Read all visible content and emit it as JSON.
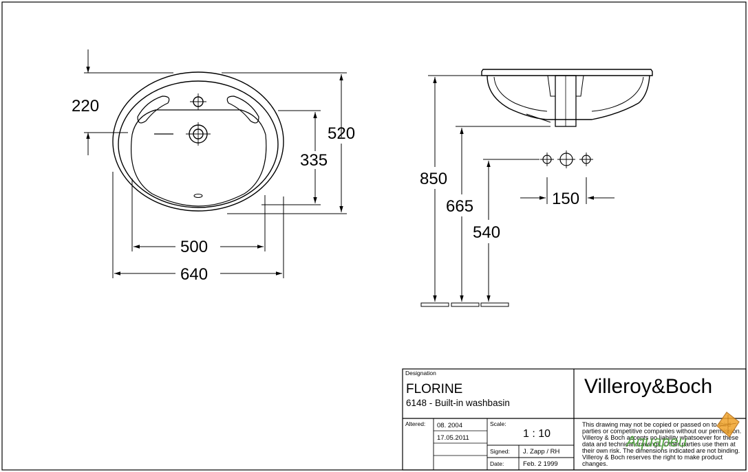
{
  "dimensions": {
    "top_view": {
      "depth_offset": "220",
      "overall_depth": "520",
      "bowl_depth": "335",
      "bowl_width": "500",
      "overall_width": "640"
    },
    "side_view": {
      "rim_height": "850",
      "outlet_height": "665",
      "tap_height": "540",
      "tap_spacing": "150"
    }
  },
  "title_block": {
    "designation_label": "Designation",
    "product_name": "FLORINE",
    "product_desc": "6148 - Built-in washbasin",
    "brand": "Villeroy&Boch",
    "altered_label": "Altered:",
    "altered_1": "08. 2004",
    "altered_2": "17.05.2011",
    "scale_label": "Scale:",
    "scale_value": "1 : 10",
    "signed_label": "Signed:",
    "signed_value": "J. Zapp / RH",
    "date_label": "Date:",
    "date_value": "Feb. 2 1999",
    "disclaimer_lines": [
      "This drawing may not be copied or passed on to third",
      "parties or competitive companies without our permission.",
      "Villeroy & Boch accepts no liability whatsoever for these",
      "data and technical drawings. Other parties use them at",
      "their own risk. The dimensions indicated are not binding.",
      "Villeroy & Boch reserves the right to make product",
      "changes."
    ]
  },
  "watermark": "Aquapeu"
}
